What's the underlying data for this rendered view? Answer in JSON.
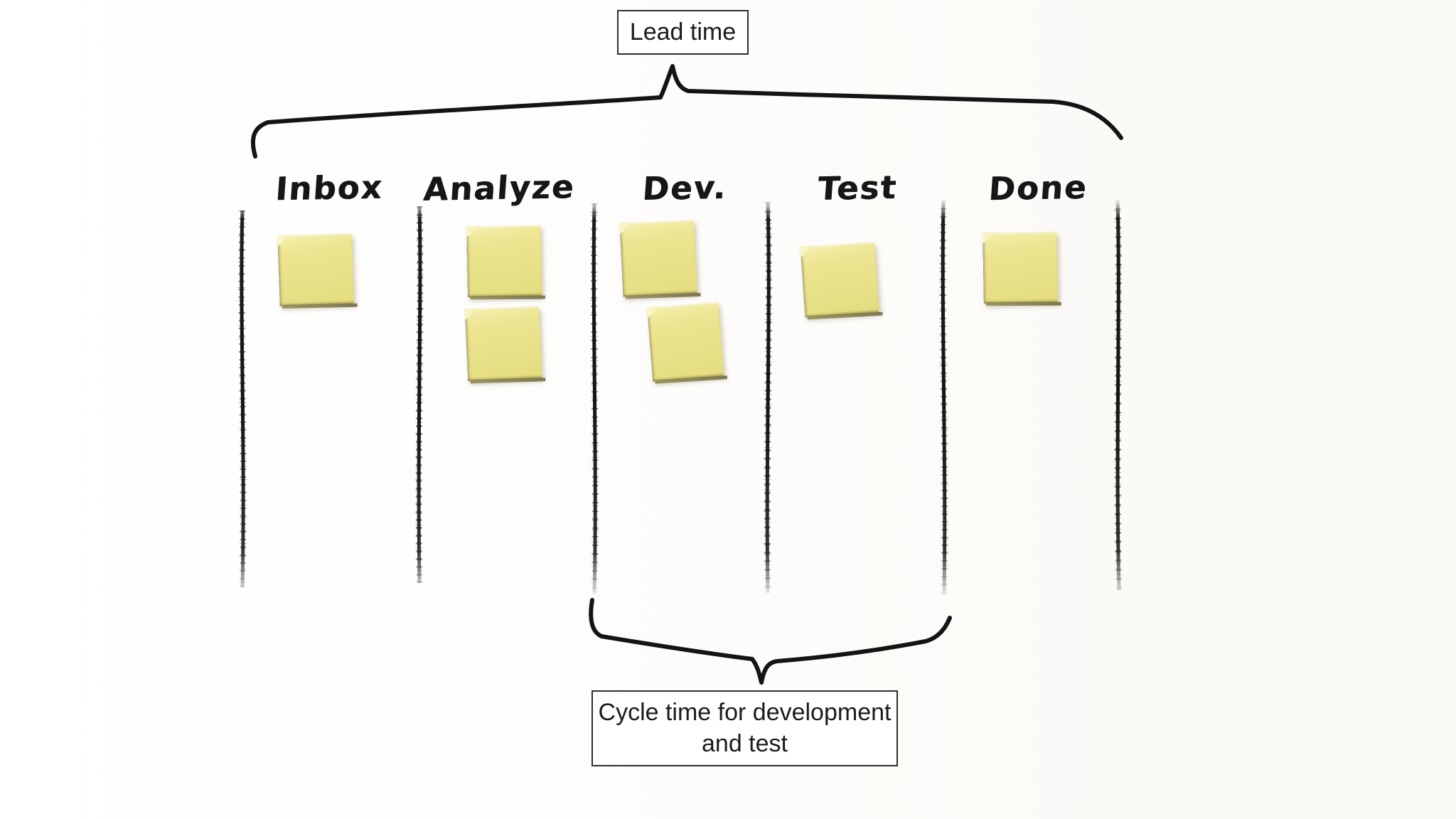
{
  "diagram": {
    "lead_time_label": "Lead time",
    "cycle_time_line1": "Cycle time for development",
    "cycle_time_line2": "and test"
  },
  "board": {
    "columns": [
      {
        "id": "inbox",
        "label": "Inbox",
        "note_count": 1
      },
      {
        "id": "analyze",
        "label": "Analyze",
        "note_count": 2
      },
      {
        "id": "dev",
        "label": "Dev.",
        "note_count": 2
      },
      {
        "id": "test",
        "label": "Test",
        "note_count": 1
      },
      {
        "id": "done",
        "label": "Done",
        "note_count": 1
      }
    ],
    "total_notes": 7
  },
  "colors": {
    "ink": "#141414",
    "note_yellow": "#ebe38c",
    "background": "#fdfdfd"
  }
}
